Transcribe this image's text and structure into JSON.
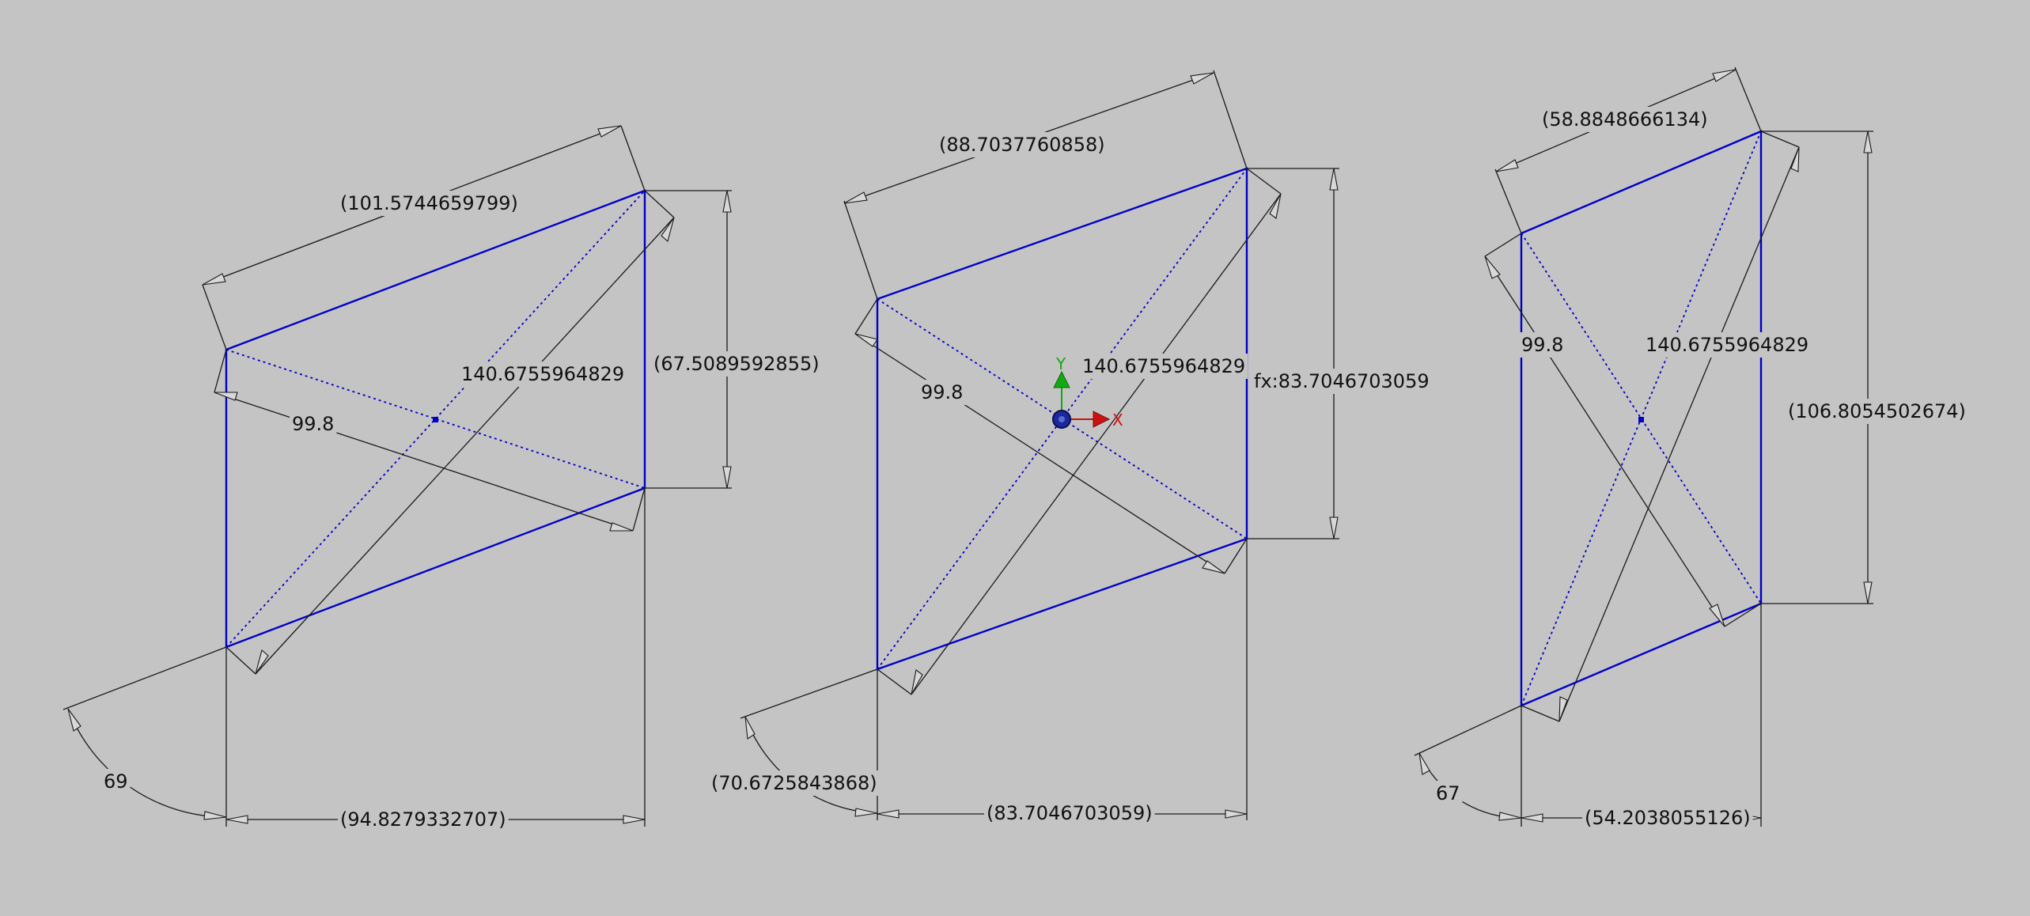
{
  "colors": {
    "background": "#c4c4c4",
    "geometry": "#0000c8",
    "dimension": "#1a1a1a",
    "axis_x": "#cc1111",
    "axis_y": "#11aa11"
  },
  "figures": [
    {
      "top_dim": "(101.5744659799)",
      "right_dim": "(67.5089592855)",
      "diag1_dim": "140.6755964829",
      "diag2_dim": "99.8",
      "bottom_dim": "(94.8279332707)",
      "angle_dim": "69"
    },
    {
      "top_dim": "(88.7037760858)",
      "right_dim": "fx:83.7046703059",
      "diag1_dim": "140.6755964829",
      "diag2_dim": "99.8",
      "bottom_dim": "(83.7046703059)",
      "angle_dim": "(70.6725843868)"
    },
    {
      "top_dim": "(58.8848666134)",
      "right_dim": "(106.8054502674)",
      "diag1_dim": "140.6755964829",
      "diag2_dim": "99.8",
      "bottom_dim": "(54.2038055126)",
      "angle_dim": "67"
    }
  ],
  "gizmo": {
    "x_label": "X",
    "y_label": "Y",
    "x_icon": "x-axis-arrow-icon",
    "y_icon": "y-axis-arrow-icon",
    "origin_icon": "origin-handle-icon"
  }
}
